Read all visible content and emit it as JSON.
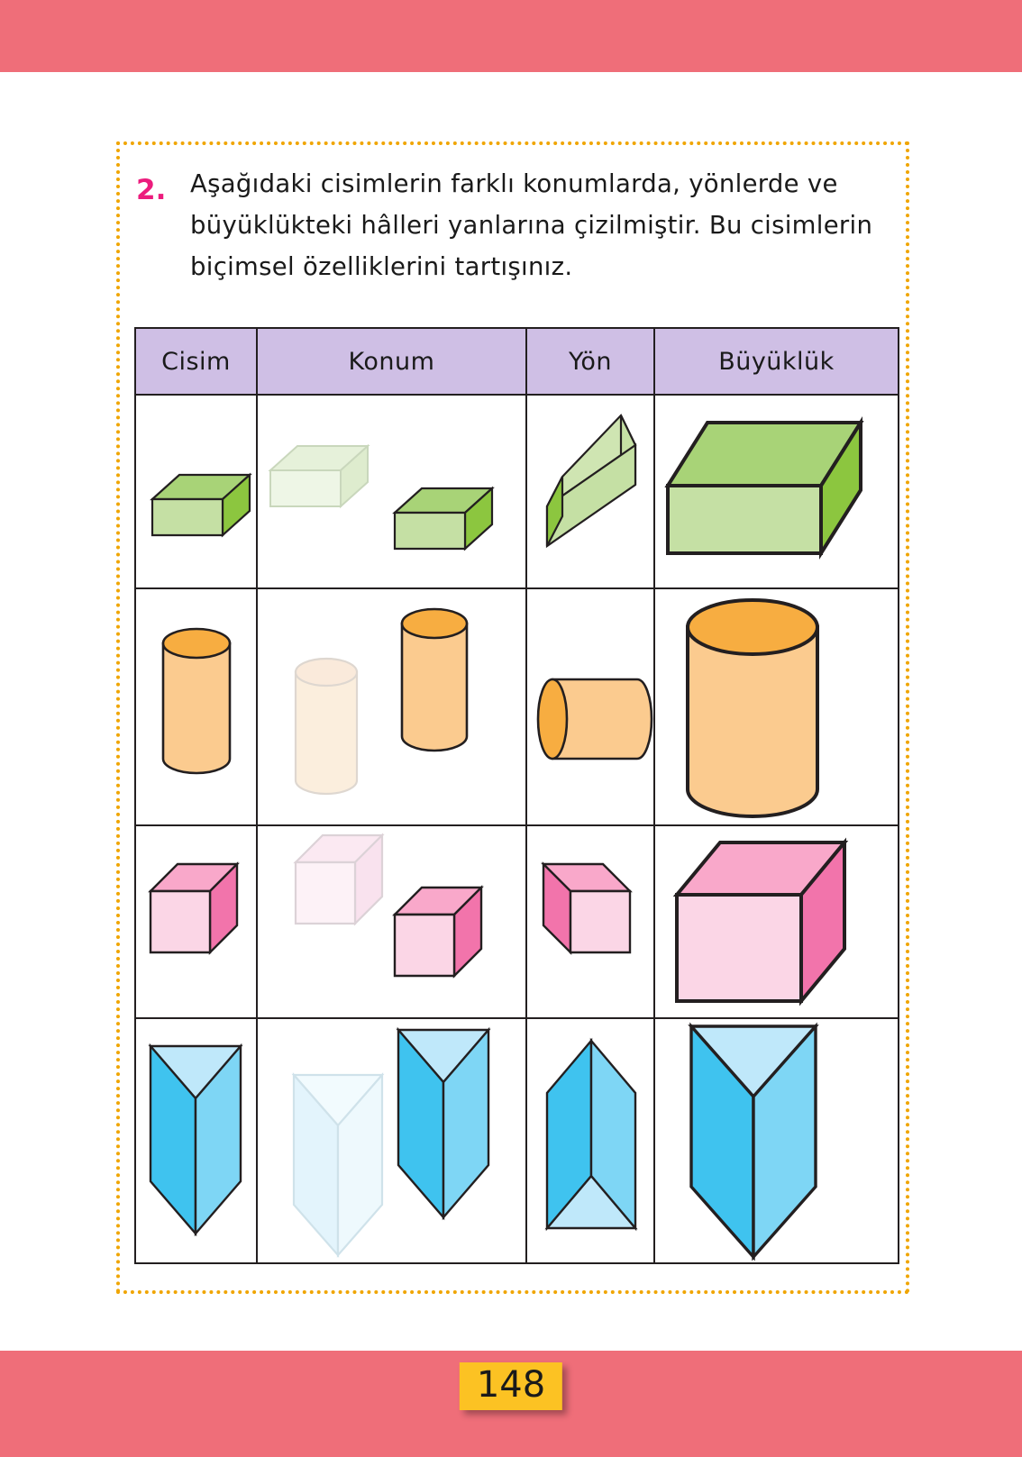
{
  "page": {
    "number": "148",
    "band_color": "#ef6e79",
    "frame_border_color": "#f0a500",
    "badge_color": "#fcc223"
  },
  "prompt": {
    "number": "2.",
    "line1": "Aşağıdaki cisimlerin farklı konumlarda, yönlerde ve",
    "line2": "büyüklükteki hâlleri yanlarına çizilmiştir. Bu cisimlerin",
    "line3": "biçimsel özelliklerini tartışınız."
  },
  "table": {
    "header_bg": "#cfbfe5",
    "headers": [
      {
        "label": "Cisim"
      },
      {
        "label": "Konum"
      },
      {
        "label": "Yön"
      },
      {
        "label": "Büyüklük"
      }
    ],
    "rows": [
      {
        "solid": "rectangular-prism",
        "colors": {
          "front": "#c5e0a4",
          "top": "#a8d377",
          "side": "#8cc63f",
          "ghost_front": "#eef6e6",
          "ghost_top": "#e6f1da",
          "ghost_side": "#deecce",
          "stroke": "#231f20",
          "ghost_stroke": "#c9d7bc"
        }
      },
      {
        "solid": "cylinder",
        "colors": {
          "body": "#fbcb8f",
          "cap": "#f7ad41",
          "ghost_body": "#fbeedd",
          "ghost_cap": "#faeadb",
          "stroke": "#231f20",
          "ghost_stroke": "#ded7d0"
        }
      },
      {
        "solid": "cube",
        "colors": {
          "front": "#fbd6e6",
          "top": "#f9a8ca",
          "side": "#f274ab",
          "ghost_front": "#fdf2f7",
          "ghost_top": "#fbe9f2",
          "ghost_side": "#f9e2ee",
          "stroke": "#231f20",
          "ghost_stroke": "#dcd2d7"
        }
      },
      {
        "solid": "triangular-prism",
        "colors": {
          "left": "#3fc3ef",
          "right": "#7ed6f5",
          "top": "#bfe8fa",
          "ghost_left": "#e3f4fc",
          "ghost_right": "#eef9fd",
          "ghost_top": "#f2fbfe",
          "stroke": "#231f20",
          "ghost_stroke": "#cfe2ea"
        }
      }
    ]
  }
}
